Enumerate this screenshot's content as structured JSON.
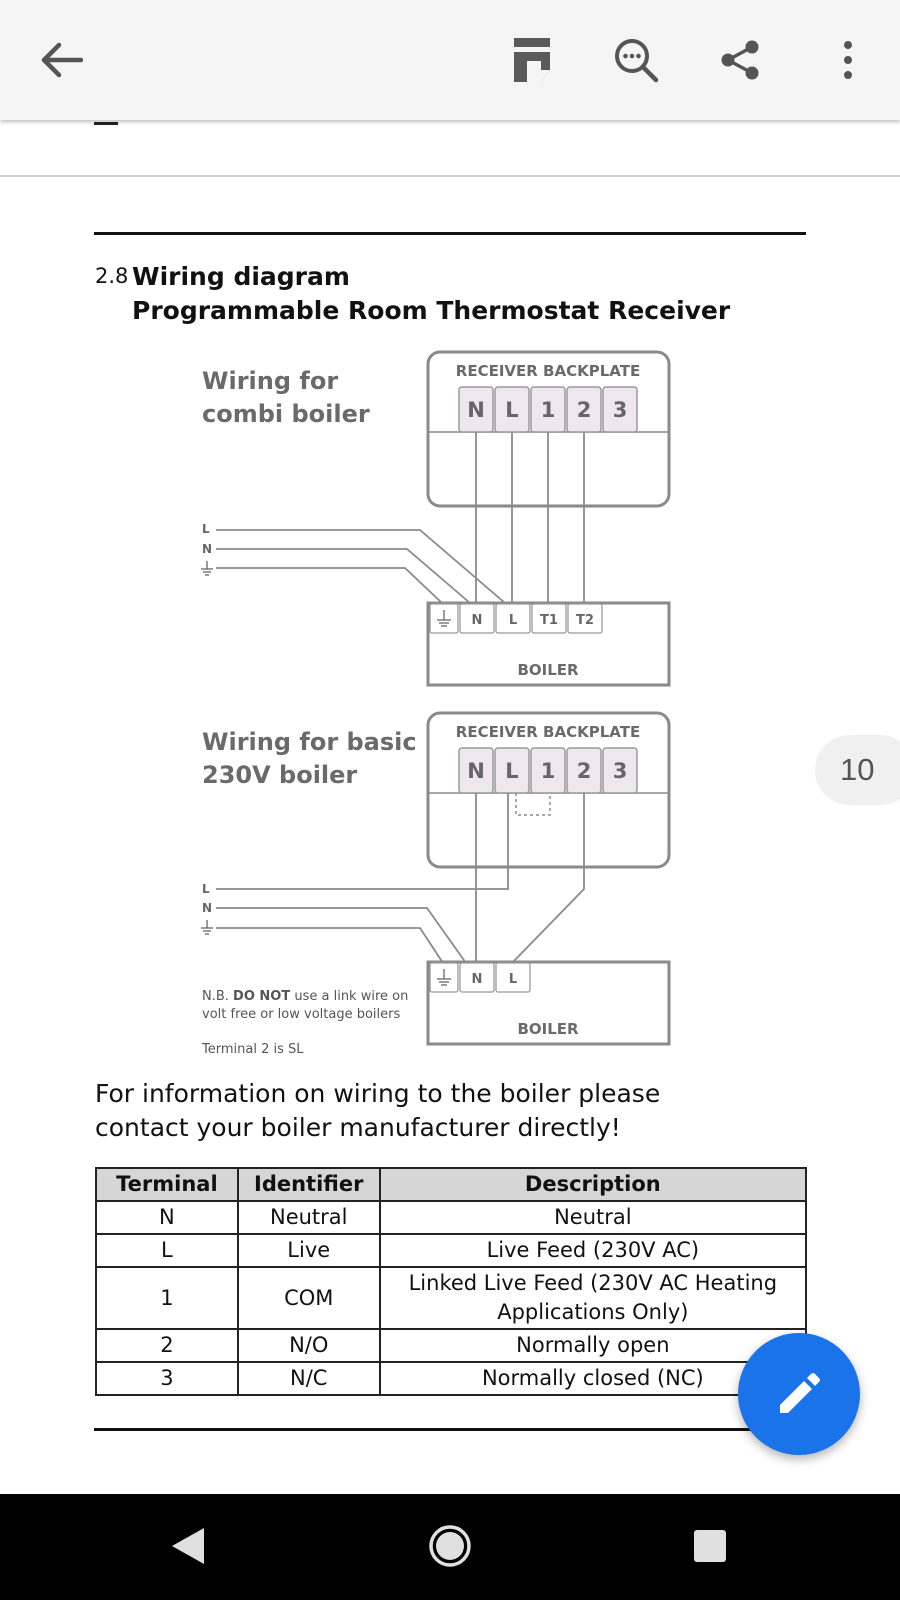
{
  "toolbar": {
    "icons": [
      "back-arrow-icon",
      "document-outline-icon",
      "search-icon",
      "share-icon",
      "more-vert-icon"
    ]
  },
  "section": {
    "number": "2.8",
    "title_line1": "Wiring diagram",
    "title_line2": "Programmable Room Thermostat Receiver"
  },
  "diagram1": {
    "label_line1": "Wiring for",
    "label_line2": "combi boiler",
    "backplate_label": "RECEIVER BACKPLATE",
    "backplate_terminals": [
      "N",
      "L",
      "1",
      "2",
      "3"
    ],
    "mains_labels": [
      "L",
      "N"
    ],
    "boiler_terminals": [
      "N",
      "L",
      "T1",
      "T2"
    ],
    "boiler_label": "BOILER"
  },
  "diagram2": {
    "label_line1": "Wiring for basic",
    "label_line2": "230V boiler",
    "backplate_label": "RECEIVER BACKPLATE",
    "backplate_terminals": [
      "N",
      "L",
      "1",
      "2",
      "3"
    ],
    "mains_labels": [
      "L",
      "N"
    ],
    "boiler_terminals": [
      "N",
      "L"
    ],
    "boiler_label": "BOILER",
    "note_prefix": "N.B. ",
    "note_bold": "DO NOT",
    "note_rest": " use a link wire on",
    "note_line2": "volt free or low voltage boilers",
    "terminal_note": "Terminal 2 is SL"
  },
  "info": {
    "line1": "For information on wiring to the boiler please",
    "line2": "contact your boiler manufacturer directly!"
  },
  "table": {
    "headers": [
      "Terminal",
      "Identifier",
      "Description"
    ],
    "rows": [
      {
        "terminal": "N",
        "identifier": "Neutral",
        "description": "Neutral"
      },
      {
        "terminal": "L",
        "identifier": "Live",
        "description": "Live Feed (230V AC)"
      },
      {
        "terminal": "1",
        "identifier": "COM",
        "description_line1": "Linked Live Feed (230V AC Heating",
        "description_line2": "Applications Only)"
      },
      {
        "terminal": "2",
        "identifier": "N/O",
        "description": "Normally open"
      },
      {
        "terminal": "3",
        "identifier": "N/C",
        "description": "Normally closed (NC)"
      }
    ]
  },
  "page_indicator": "10",
  "fab": {
    "icon": "edit-pencil-icon"
  },
  "navbar": {
    "icons": [
      "nav-back-icon",
      "nav-home-icon",
      "nav-recents-icon"
    ]
  },
  "colors": {
    "fab": "#1a73e8",
    "toolbar_bg": "#f5f5f5",
    "diagram_stroke": "#8a8a8a",
    "terminal_fill": "#ece8ec"
  }
}
